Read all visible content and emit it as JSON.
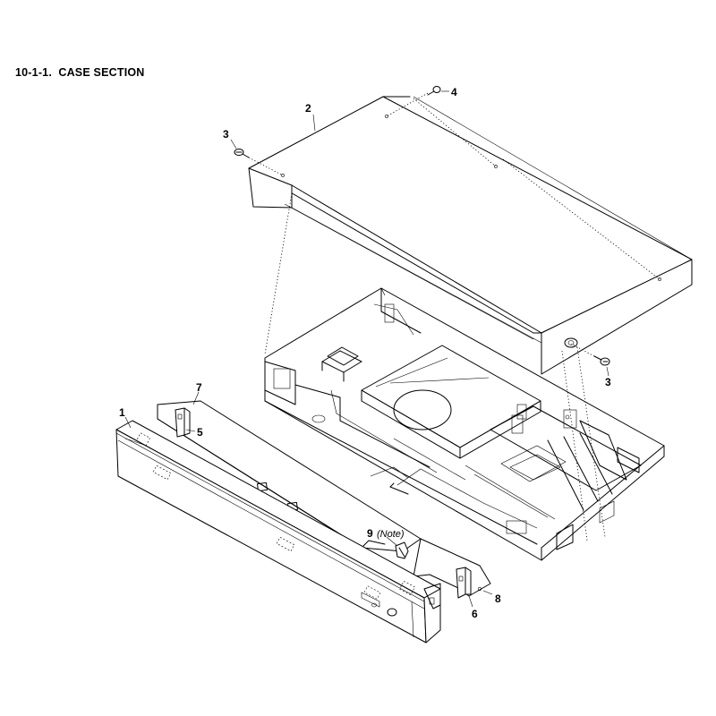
{
  "title": "10-1-1.  CASE SECTION",
  "parts": {
    "p1": "1",
    "p2": "2",
    "p3a": "3",
    "p3b": "3",
    "p4": "4",
    "p5": "5",
    "p6": "6",
    "p7": "7",
    "p8": "8",
    "p9": "9",
    "p9_note": "(Note)"
  }
}
